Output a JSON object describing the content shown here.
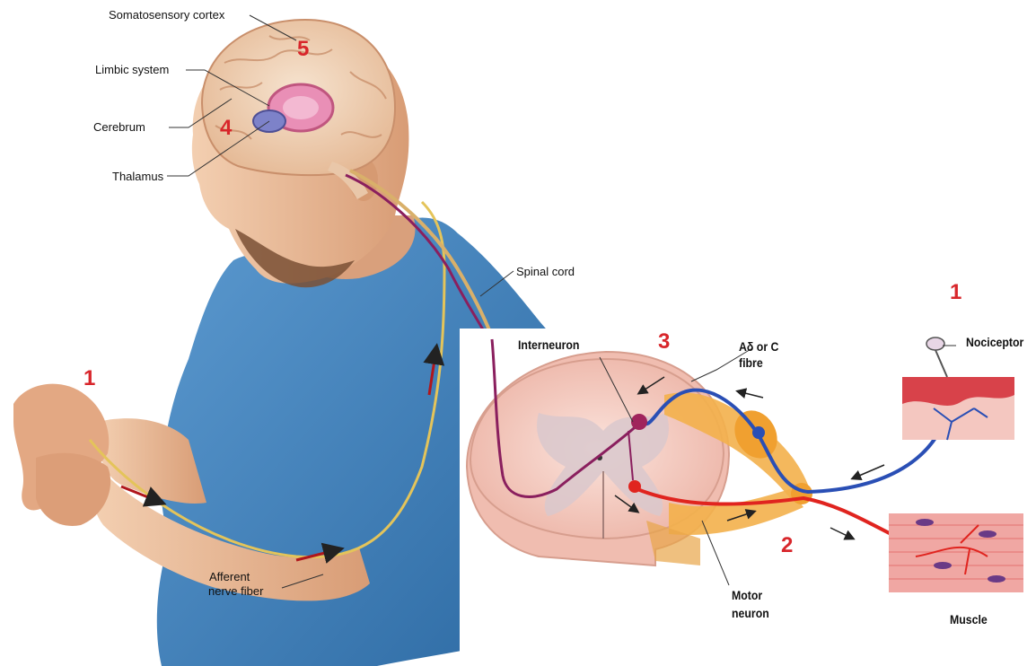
{
  "labels": {
    "somatosensory_cortex": "Somatosensory cortex",
    "limbic_system": "Limbic system",
    "cerebrum": "Cerebrum",
    "thalamus": "Thalamus",
    "spinal_cord": "Spinal cord",
    "afferent_nerve_fiber_line1": "Afferent",
    "afferent_nerve_fiber_line2": "nerve fiber",
    "interneuron": "Interneuron",
    "fibre_line1": "Aδ or C",
    "fibre_line2": "fibre",
    "nociceptor": "Nociceptor",
    "motor_neuron_line1": "Motor",
    "motor_neuron_line2": "neuron",
    "muscle": "Muscle"
  },
  "step_numbers": {
    "wrist": "1",
    "skin": "1",
    "reflex": "2",
    "spinal": "3",
    "thalamus": "4",
    "cortex": "5"
  },
  "colors": {
    "step_number": "#d8262b",
    "afferent_fibre": "#2a4fb5",
    "motor_fibre": "#e0241f",
    "ascending_tract": "#8a1f5e",
    "shirt": "#3f7fb5",
    "skin": "#e8b48f",
    "spinal_cord_tissue": "#f4c9bd",
    "ganglion": "#f0a030"
  }
}
